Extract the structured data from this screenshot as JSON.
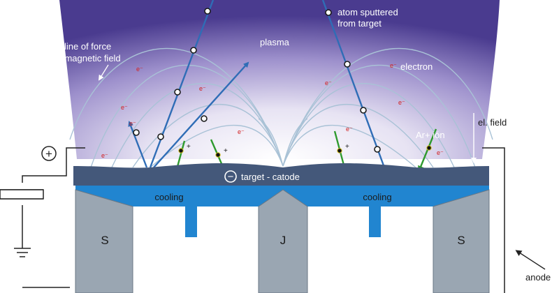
{
  "labels": {
    "atom_sputtered_line1": "atom sputtered",
    "atom_sputtered_line2": "from target",
    "plasma": "plasma",
    "line_of_force_line1": "line of force",
    "line_of_force_line2": "of magnetic field",
    "electron": "electron",
    "el_field": "el. field",
    "argon_ion": "Ar+ ión",
    "target_catode": "target - catode",
    "cooling_left": "cooling",
    "cooling_right": "cooling",
    "magnet_left": "S",
    "magnet_center": "J",
    "magnet_right": "S",
    "anode": "anode",
    "plus_sign": "+",
    "minus_sign": "−",
    "electron_symbol": "e⁻",
    "ion_charge": "+"
  },
  "colors": {
    "plasma_top": "#4a3b8f",
    "plasma_center": "#ffffff",
    "field_line": "#a9c2d6",
    "atom_path": "#2f6db6",
    "ion_arrow": "#2e9a2e",
    "electron_dot": "#d22020",
    "target": "#44587a",
    "cooling": "#2185d0",
    "magnet": "#9aa6b2",
    "wire": "#222222"
  }
}
